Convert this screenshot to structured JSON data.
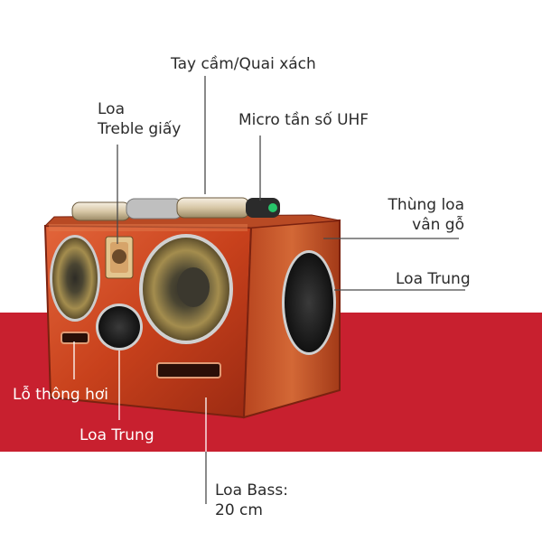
{
  "colors": {
    "band": "#c8202f",
    "wood_light": "#d9542c",
    "wood_dark": "#8e2410",
    "leader_dark": "#4a4a4a",
    "leader_light": "#ffffff",
    "text_dark": "#2b2b2b",
    "text_light": "#ffffff"
  },
  "labels": {
    "handle": "Tay cầm/Quai xách",
    "tweeter_line1": "Loa",
    "tweeter_line2": "Treble giấy",
    "mic": "Micro tần số UHF",
    "cabinet_line1": "Thùng loa",
    "cabinet_line2": "vân gỗ",
    "mid_side": "Loa Trung",
    "vent": "Lỗ thông hơi",
    "mid_front": "Loa Trung",
    "bass_line1": "Loa Bass:",
    "bass_line2": "20 cm"
  },
  "icons": {
    "speaker": "speaker-cabinet-icon",
    "microphone": "microphone-icon"
  }
}
